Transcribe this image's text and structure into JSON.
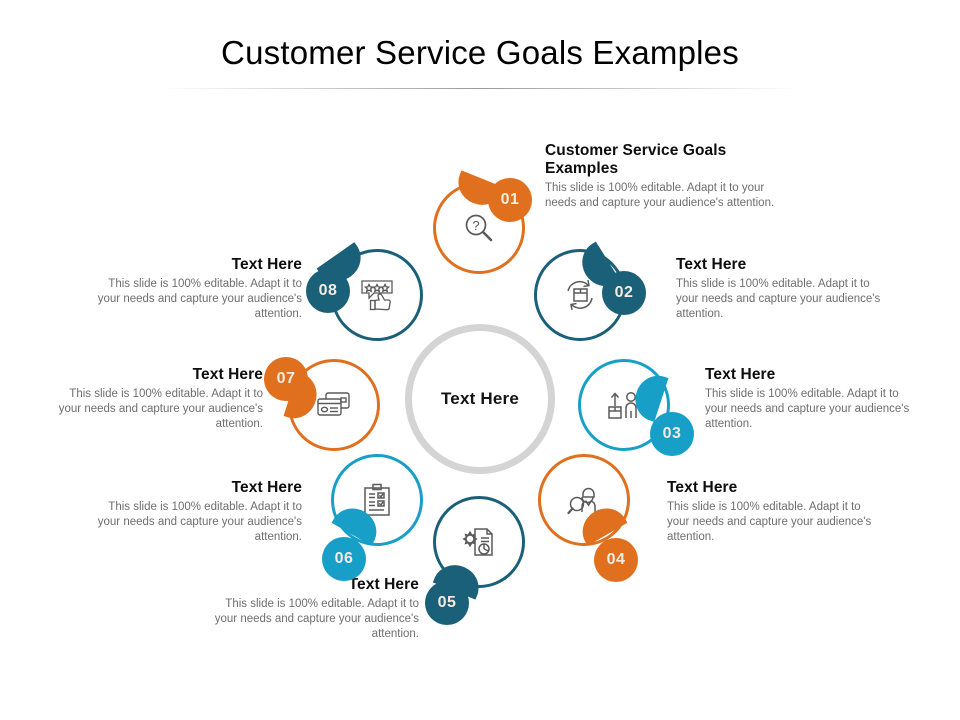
{
  "slide": {
    "title": "Customer Service Goals Examples",
    "background": "#ffffff"
  },
  "hub": {
    "label": "Text Here"
  },
  "palette": {
    "orange": "#E0701E",
    "dark_teal": "#1B6079",
    "light_blue": "#179FC8",
    "hub_ring": "#d4d4d4",
    "heading": "#0d0d0d",
    "body": "#6e6e6e"
  },
  "body_text": "This slide is 100% editable. Adapt it to your needs and capture your audience's attention.",
  "nodes": [
    {
      "number": "01",
      "color": "orange",
      "icon": "magnifier-question-icon",
      "heading": "Customer Service Goals Examples",
      "body": "This slide is 100% editable. Adapt it to your needs and capture your audience's attention."
    },
    {
      "number": "02",
      "color": "dark_teal",
      "icon": "box-return-arrows-icon",
      "heading": "Text Here",
      "body": "This slide is 100% editable. Adapt it to your needs and capture your audience's attention."
    },
    {
      "number": "03",
      "color": "light_blue",
      "icon": "person-package-upload-icon",
      "heading": "Text Here",
      "body": "This slide is 100% editable. Adapt it to your needs and capture your audience's attention."
    },
    {
      "number": "04",
      "color": "orange",
      "icon": "person-magnifier-icon",
      "heading": "Text Here",
      "body": "This slide is 100% editable. Adapt it to your needs and capture your audience's attention."
    },
    {
      "number": "05",
      "color": "dark_teal",
      "icon": "document-gear-chart-icon",
      "heading": "Text Here",
      "body": "This slide is 100% editable. Adapt it to your needs and capture your audience's attention."
    },
    {
      "number": "06",
      "color": "light_blue",
      "icon": "clipboard-checklist-icon",
      "heading": "Text Here",
      "body": "This slide is 100% editable. Adapt it to your needs and capture your audience's attention."
    },
    {
      "number": "07",
      "color": "orange",
      "icon": "credit-cards-icon",
      "heading": "Text Here",
      "body": "This slide is 100% editable. Adapt it to your needs and capture your audience's attention."
    },
    {
      "number": "08",
      "color": "dark_teal",
      "icon": "star-rating-thumbs-up-icon",
      "heading": "Text Here",
      "body": "This slide is 100% editable. Adapt it to your needs and capture your audience's attention."
    }
  ]
}
